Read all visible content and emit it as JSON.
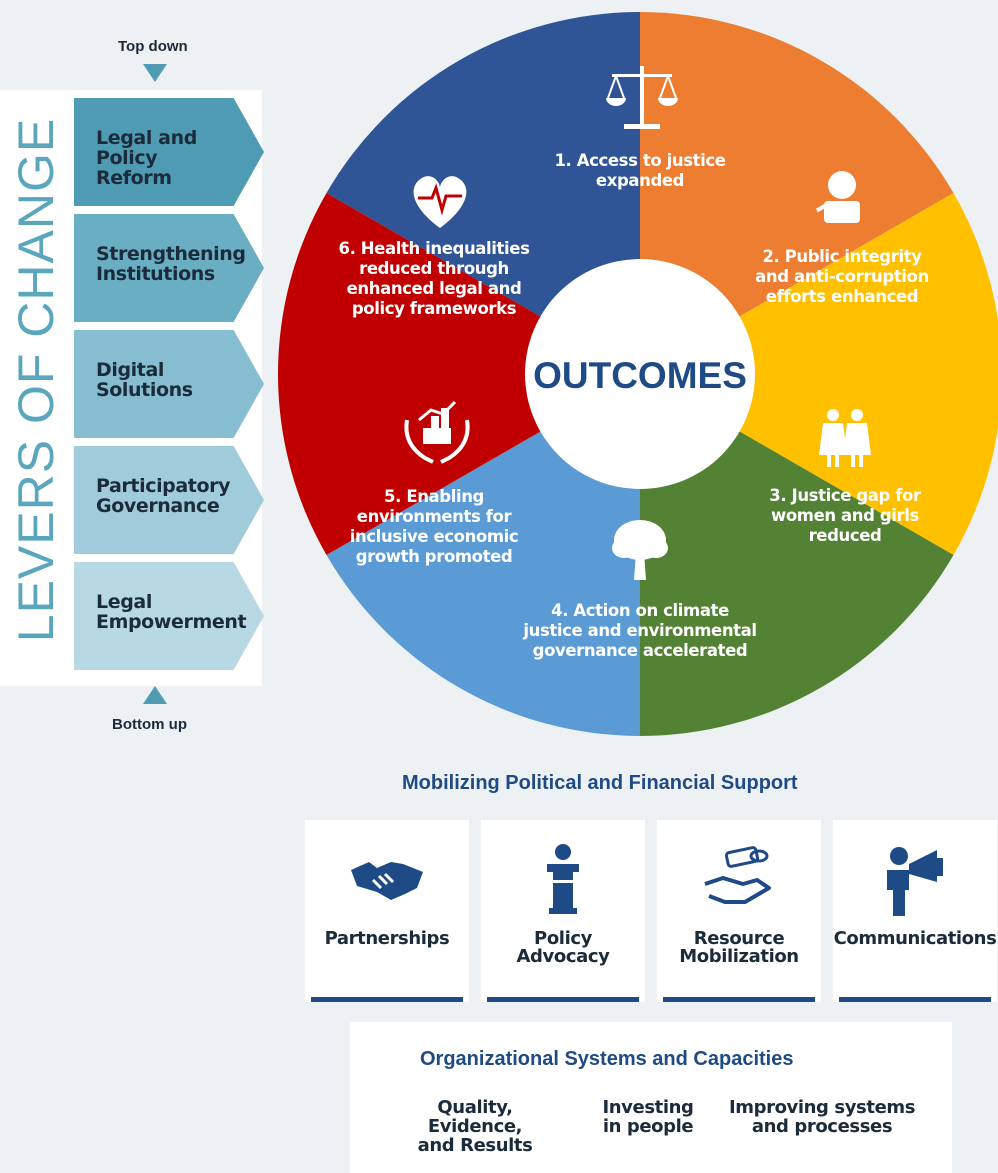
{
  "levers": {
    "heading": "LEVERS OF CHANGE",
    "top_label": "Top down",
    "bottom_label": "Bottom up",
    "items": [
      {
        "line1": "Legal and",
        "line2": "Policy Reform"
      },
      {
        "line1": "Strengthening",
        "line2": "Institutions"
      },
      {
        "line1": "Digital",
        "line2": "Solutions"
      },
      {
        "line1": "Participatory",
        "line2": "Governance"
      },
      {
        "line1": "Legal",
        "line2": "Empowerment"
      }
    ]
  },
  "outcomes": {
    "center": "OUTCOMES",
    "segments": [
      {
        "id": 1,
        "color": "#2f5597",
        "icon": "scales-of-justice-icon",
        "lines": [
          "1. Access to justice",
          "expanded"
        ]
      },
      {
        "id": 2,
        "color": "#ed7d31",
        "icon": "official-at-podium-icon",
        "lines": [
          "2. Public integrity",
          "and anti-corruption",
          "efforts enhanced"
        ]
      },
      {
        "id": 3,
        "color": "#ffc000",
        "icon": "women-and-girls-icon",
        "lines": [
          "3. Justice gap for",
          "women and girls",
          "reduced"
        ]
      },
      {
        "id": 4,
        "color": "#548235",
        "icon": "tree-icon",
        "lines": [
          "4. Action on climate",
          "justice and environmental",
          "governance accelerated"
        ]
      },
      {
        "id": 5,
        "color": "#5b9bd5",
        "icon": "hands-with-growth-chart-icon",
        "lines": [
          "5. Enabling",
          "environments for",
          "inclusive economic",
          "growth promoted"
        ]
      },
      {
        "id": 6,
        "color": "#c00000",
        "icon": "heart-with-pulse-icon",
        "lines": [
          "6. Health inequalities",
          "reduced through",
          "enhanced legal and",
          "policy frameworks"
        ]
      }
    ]
  },
  "mobilizing": {
    "title": "Mobilizing Political and Financial Support",
    "cards": [
      {
        "icon": "handshake-icon",
        "lines": [
          "Partnerships"
        ]
      },
      {
        "icon": "speaker-at-lectern-icon",
        "lines": [
          "Policy",
          "Advocacy"
        ]
      },
      {
        "icon": "hand-with-money-icon",
        "lines": [
          "Resource",
          "Mobilization"
        ]
      },
      {
        "icon": "person-with-megaphone-icon",
        "lines": [
          "Communications"
        ]
      }
    ]
  },
  "organizational": {
    "title": "Organizational Systems and Capacities",
    "items": [
      {
        "lines": [
          "Quality, Evidence,",
          "and Results"
        ]
      },
      {
        "lines": [
          "Investing",
          "in people"
        ]
      },
      {
        "lines": [
          "Improving systems",
          "and processes"
        ]
      }
    ]
  },
  "colors": {
    "navy": "#1e4a85",
    "lever_teal": "#4f9bb4",
    "background": "#eef1f4"
  }
}
